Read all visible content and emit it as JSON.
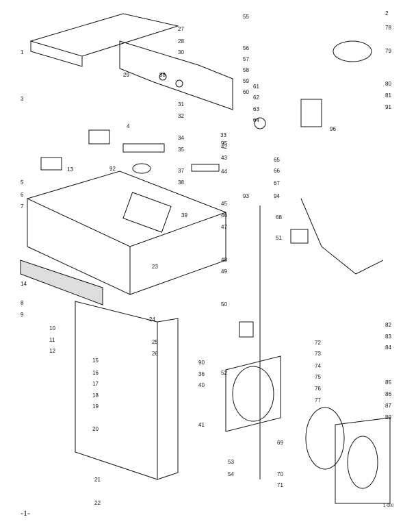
{
  "page_number": "-1-",
  "drawing_code": "1-000",
  "part_numbers": [
    "1",
    "2",
    "3",
    "4",
    "5",
    "6",
    "7",
    "8",
    "9",
    "10",
    "11",
    "12",
    "13",
    "14",
    "15",
    "16",
    "17",
    "18",
    "19",
    "20",
    "21",
    "22",
    "23",
    "24",
    "25",
    "26",
    "27",
    "28",
    "29",
    "30",
    "31",
    "32",
    "33",
    "34",
    "35",
    "36",
    "37",
    "38",
    "39",
    "40",
    "41",
    "42",
    "43",
    "44",
    "45",
    "46",
    "47",
    "48",
    "49",
    "50",
    "51",
    "52",
    "53",
    "54",
    "55",
    "56",
    "57",
    "58",
    "59",
    "60",
    "61",
    "62",
    "63",
    "64",
    "65",
    "66",
    "67",
    "68",
    "69",
    "70",
    "71",
    "72",
    "73",
    "74",
    "75",
    "76",
    "77",
    "78",
    "79",
    "80",
    "81",
    "82",
    "83",
    "84",
    "85",
    "86",
    "87",
    "88",
    "89",
    "90",
    "91",
    "92",
    "93",
    "94",
    "95",
    "96"
  ]
}
